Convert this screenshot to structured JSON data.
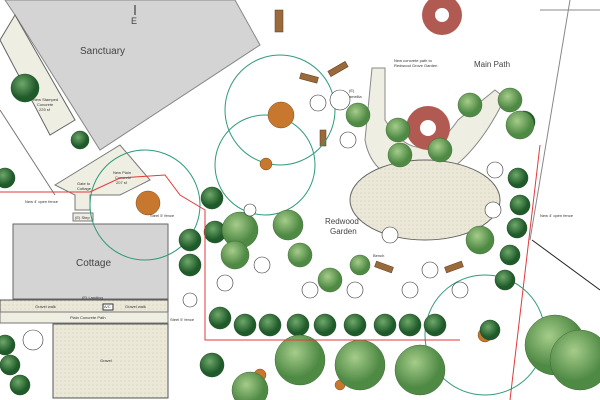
{
  "labels": {
    "north": "E",
    "sanctuary": "Sanctuary",
    "cottage": "Cottage",
    "redwood_garden_1": "Redwood",
    "redwood_garden_2": "Garden",
    "main_path": "Main Path",
    "stamped_concrete": [
      "New Stamped",
      "Concrete",
      "225 sf"
    ],
    "plain_concrete": [
      "New Plain",
      "Concrete",
      "207 sf"
    ],
    "gate": [
      "Gate to",
      "Cottage"
    ],
    "step": "(E) Step",
    "open_fence": "New 4' open fence",
    "steel_fence": "Steel 5' fence",
    "camellia": [
      "(E)",
      "Camellia"
    ],
    "bench": "Bench",
    "concrete_path_note": [
      "New concrete path to",
      "Redwood Grove Garden"
    ],
    "landing": "(E) Landing",
    "gravel_walk_left": "Gravel walk",
    "gravel_walk_right": "Gravel walk",
    "ac": "A/C",
    "plain_path": "Plain Concrete Path",
    "gravel": "Gravel"
  },
  "colors": {
    "building": "#d4d4d4",
    "concrete": "#efeee2",
    "fence": "#e23a3a",
    "canopy": "#2f9a7a",
    "redwood": "#c7782e",
    "tree_dark": "#2f6b36",
    "tree_light": "#6fa35e",
    "maple": "#b05a52"
  }
}
